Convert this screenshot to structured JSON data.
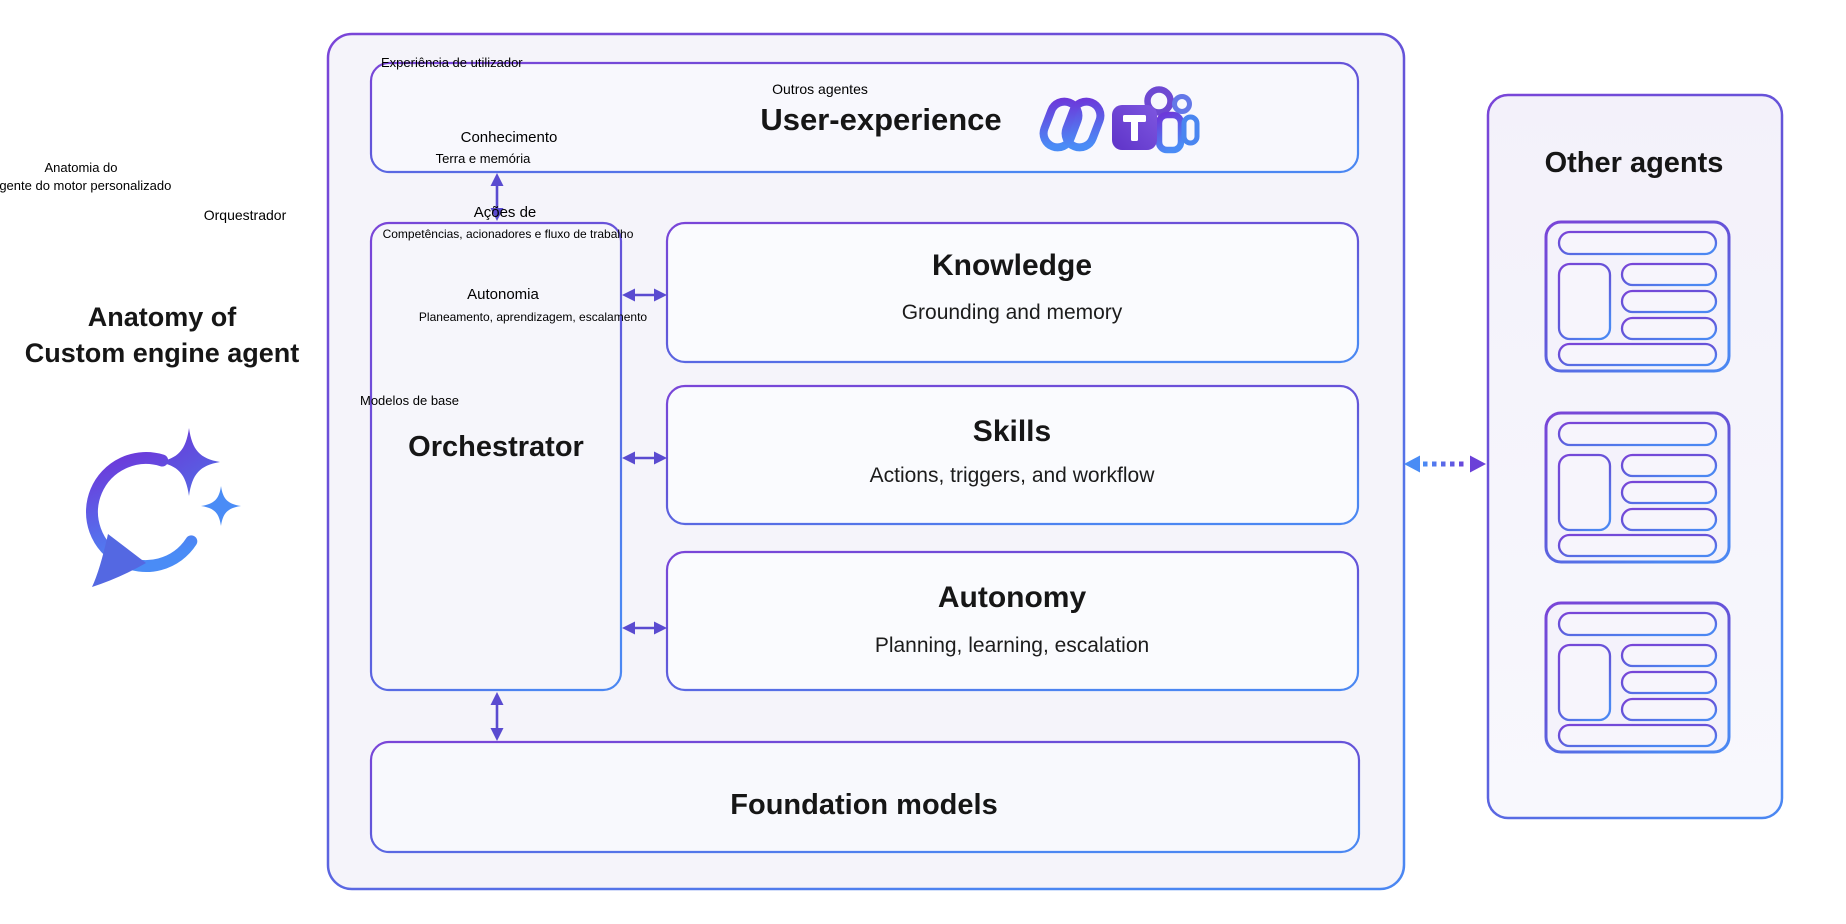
{
  "colors": {
    "accent_purple": "#7a4ed6",
    "accent_blue": "#4f88f0",
    "arrow": "#5a4bd0",
    "container_bg": "#f5f4fa",
    "box_bg": "#fafbfe",
    "text": "#161616"
  },
  "left_panel": {
    "pt_title_line1": "Anatomia do",
    "pt_title_line2": "Agente do motor personalizado",
    "pt_orchestrator_label": "Orquestrador",
    "title_line1": "Anatomy of",
    "title_line2": "Custom engine agent",
    "icon": "chat-sparkles-icon"
  },
  "main_diagram": {
    "user_experience": {
      "pt_label": "Experiência de utilizador",
      "pt_other_agents": "Outros agentes",
      "title": "User-experience",
      "icons": [
        "copilot-icon",
        "teams-icon"
      ]
    },
    "orchestrator": {
      "title": "Orchestrator",
      "pt_knowledge_title": "Conhecimento",
      "pt_knowledge_sub": "Terra e memória",
      "pt_skills_title": "Ações de",
      "pt_skills_sub": "Competências, acionadores e fluxo de trabalho",
      "pt_autonomy_title": "Autonomia",
      "pt_autonomy_sub": "Planeamento, aprendizagem, escalamento",
      "pt_foundation_label": "Modelos de base"
    },
    "knowledge": {
      "title": "Knowledge",
      "subtitle": "Grounding and memory"
    },
    "skills": {
      "title": "Skills",
      "subtitle": "Actions, triggers, and workflow"
    },
    "autonomy": {
      "title": "Autonomy",
      "subtitle": "Planning, learning, escalation"
    },
    "foundation_models": {
      "title": "Foundation models"
    }
  },
  "other_agents_panel": {
    "title": "Other agents",
    "card_count": 3
  }
}
